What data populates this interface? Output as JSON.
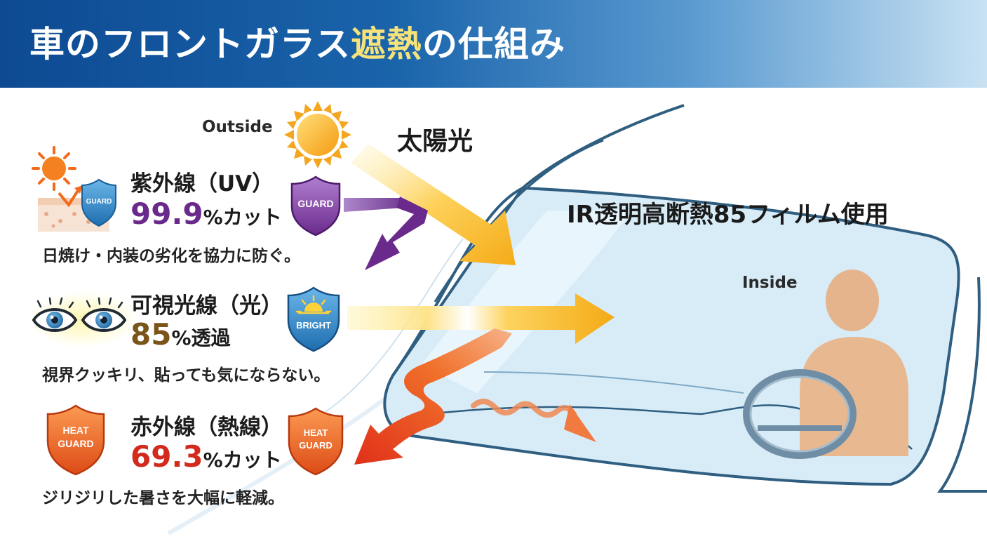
{
  "header": {
    "title_before": "車のフロントガラス",
    "title_highlight": "遮熱",
    "title_after": "の仕組み"
  },
  "labels": {
    "outside": "Outside",
    "inside": "Inside",
    "sunlight": "太陽光",
    "film": "IR透明高断熱85フィルム使用"
  },
  "sections": [
    {
      "heading": "紫外線（UV）",
      "value": "99.9",
      "unit": "%カット",
      "value_color": "#6a2a8c",
      "description": "日焼け・内装の劣化を協力に防ぐ。",
      "badge_left": "GUARD",
      "badge_right": "GUARD"
    },
    {
      "heading": "可視光線（光）",
      "value": "85",
      "unit": "%透過",
      "value_color": "#7a5418",
      "description": "視界クッキリ、貼っても気にならない。",
      "badge_right": "BRIGHT"
    },
    {
      "heading": "赤外線（熱線）",
      "value": "69.3",
      "unit": "%カット",
      "value_color": "#d22a1c",
      "description": "ジリジリした暑さを大幅に軽減。",
      "badge_left_line1": "HEAT",
      "badge_left_line2": "GUARD",
      "badge_right_line1": "HEAT",
      "badge_right_line2": "GUARD"
    }
  ],
  "colors": {
    "header_dark": "#0d4a92",
    "title_highlight": "#f5e27a",
    "uv_purple": "#6a2a8c",
    "visible_gold": "#f3b21e",
    "ir_red": "#e0401e",
    "glass": "#d6ebf7",
    "body_outline": "#2f5e80"
  },
  "icons": [
    "sun-icon",
    "uv-guard-shield-icon",
    "eye-icon",
    "bright-shield-icon",
    "heat-guard-shield-icon",
    "person-icon",
    "steering-wheel-icon"
  ]
}
